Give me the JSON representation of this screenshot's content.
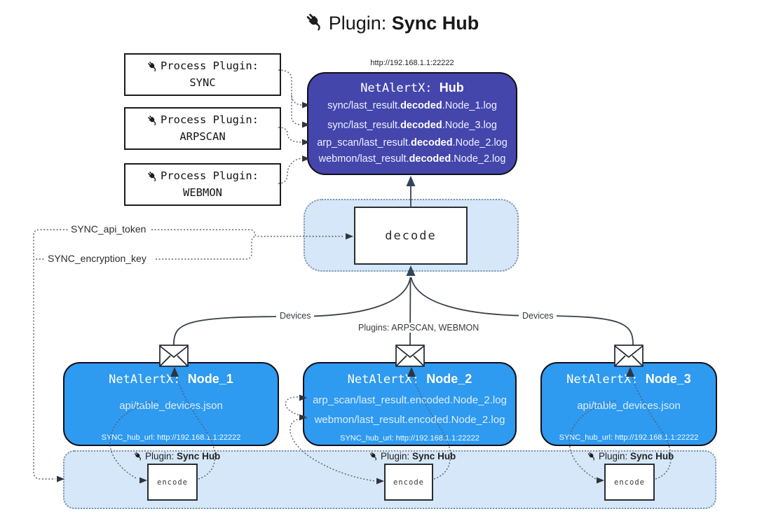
{
  "title": {
    "prefix": "Plugin:",
    "name": "Sync Hub"
  },
  "hub": {
    "url": "http://192.168.1.1:22222",
    "title_prefix": "NetAlertX:",
    "title_name": "Hub",
    "logs": [
      {
        "pre": "sync/last_result.",
        "bold": "decoded",
        "post": ".Node_1.log"
      },
      {
        "pre": "sync/last_result.",
        "bold": "decoded",
        "post": ".Node_3.log"
      },
      {
        "pre": "arp_scan/last_result.",
        "bold": "decoded",
        "post": ".Node_2.log"
      },
      {
        "pre": "webmon/last_result.",
        "bold": "decoded",
        "post": ".Node_2.log"
      }
    ]
  },
  "process_plugins": [
    {
      "line1": "Process Plugin:",
      "name": "SYNC"
    },
    {
      "line1": "Process Plugin:",
      "name": "ARPSCAN"
    },
    {
      "line1": "Process Plugin:",
      "name": "WEBMON"
    }
  ],
  "decode": {
    "label": "decode"
  },
  "tokens": {
    "api_token": "SYNC_api_token",
    "encryption_key": "SYNC_encryption_key"
  },
  "edges": {
    "devices_left": "Devices",
    "devices_right": "Devices",
    "plugins_mid": "Plugins: ARPSCAN, WEBMON"
  },
  "nodes": [
    {
      "title_prefix": "NetAlertX:",
      "title_name": "Node_1",
      "lines": [
        "api/table_devices.json"
      ],
      "hub_url": "SYNC_hub_url: http://192.168.1.1:22222"
    },
    {
      "title_prefix": "NetAlertX:",
      "title_name": "Node_2",
      "lines": [
        "arp_scan/last_result.encoded.Node_2.log",
        "webmon/last_result.encoded.Node_2.log"
      ],
      "hub_url": "SYNC_hub_url: http://192.168.1.1:22222"
    },
    {
      "title_prefix": "NetAlertX:",
      "title_name": "Node_3",
      "lines": [
        "api/table_devices.json"
      ],
      "hub_url": "SYNC_hub_url: http://192.168.1.1:22222"
    }
  ],
  "encoders": [
    {
      "label_prefix": "Plugin:",
      "label_name": "Sync Hub",
      "box_label": "encode"
    },
    {
      "label_prefix": "Plugin:",
      "label_name": "Sync Hub",
      "box_label": "encode"
    },
    {
      "label_prefix": "Plugin:",
      "label_name": "Sync Hub",
      "box_label": "encode"
    }
  ],
  "colors": {
    "hub_fill": "#4446ac",
    "node_fill": "#2e9af0",
    "panel_fill": "#d5e7f8",
    "panel_border": "#7e93a9",
    "line": "#3a414b",
    "arrow": "#2e3540"
  }
}
